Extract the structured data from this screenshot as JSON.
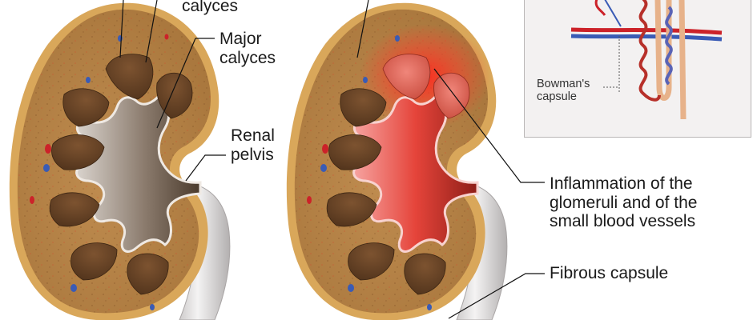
{
  "labels": {
    "minor_calyces": "calyces",
    "major_calyces": [
      "Major",
      "calyces"
    ],
    "renal_pelvis": [
      "Renal",
      "pelvis"
    ],
    "inflammation": [
      "Inflammation of the",
      "glomeruli and of the",
      "small blood vessels"
    ],
    "fibrous_capsule": "Fibrous capsule",
    "bowmans_capsule": [
      "Bowman's",
      "capsule"
    ]
  },
  "colors": {
    "cortex": "#b98446",
    "capsule_rim": "#d9a75a",
    "pyramid": "#6b4424",
    "pelvis_normal": "#7b6d62",
    "pelvis_inflamed": "#d9342b",
    "inflamed_glow": "#e52a22",
    "ureter": "#e8e6e6",
    "artery": "#cc2229",
    "vein": "#3a5bb5",
    "inset_background": "#f3f1f1"
  }
}
